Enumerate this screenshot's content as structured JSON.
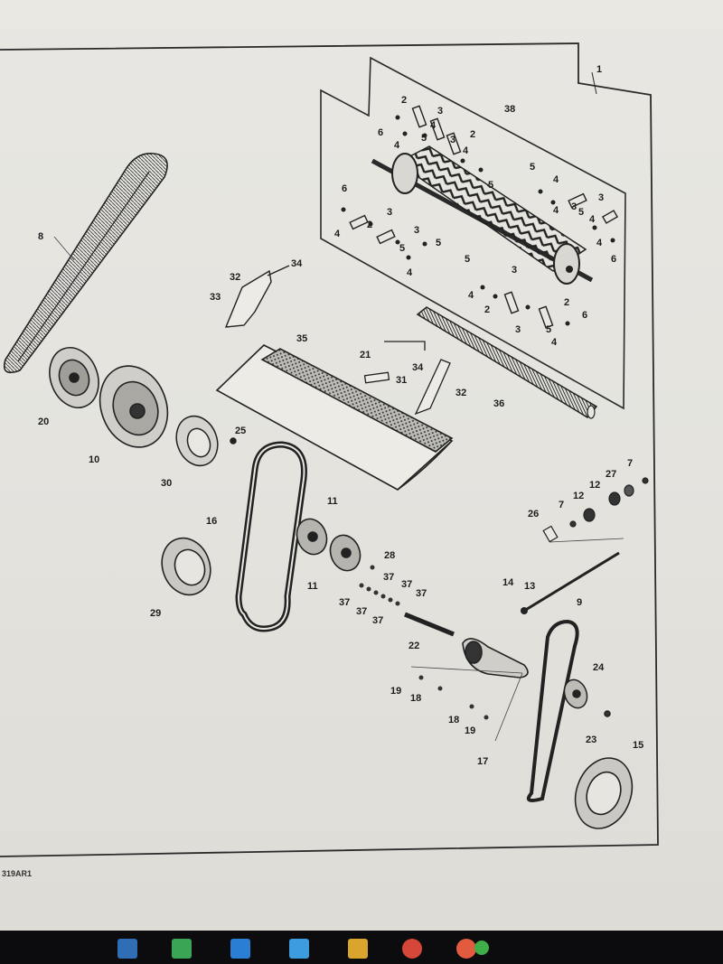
{
  "figure": {
    "code": "319AR1",
    "frame_label": "1"
  },
  "callouts": {
    "belt_long": "8",
    "pulley_small_left": "20",
    "pulley_large": "10",
    "pulley_flange": "30",
    "bolt_25": "25",
    "belt_middle": "16",
    "pulley_29": "29",
    "pulley_11_top": "11",
    "pulley_11_bottom": "11",
    "nut_28": "28",
    "washer_37_a": "37",
    "washer_37_b": "37",
    "washer_37_c": "37",
    "washer_37_d": "37",
    "washer_37_e": "37",
    "washer_37_f": "37",
    "shaft_22": "22",
    "screw_19_a": "19",
    "screw_18_a": "18",
    "screw_18_b": "18",
    "screw_19_b": "19",
    "bracket_17": "17",
    "belt_small": "9",
    "pulley_24": "24",
    "bolt_23": "23",
    "pulley_15": "15",
    "rod_14": "14",
    "rod_13": "13",
    "part_26": "26",
    "part_7_a": "7",
    "part_12_a": "12",
    "part_12_b": "12",
    "part_27": "27",
    "part_7_b": "7",
    "shield_35": "35",
    "bracket_33": "33",
    "bolt_32_left": "32",
    "bolt_34_left": "34",
    "part_21": "21",
    "part_31": "31",
    "bolt_34_right": "34",
    "bolt_32_right": "32",
    "brush_36": "36",
    "rotor_38": "38",
    "rotor_items": [
      {
        "id": "r1",
        "t": "2"
      },
      {
        "id": "r2",
        "t": "3"
      },
      {
        "id": "r3",
        "t": "6"
      },
      {
        "id": "r4",
        "t": "4"
      },
      {
        "id": "r5",
        "t": "5"
      },
      {
        "id": "r6",
        "t": "4"
      },
      {
        "id": "r7",
        "t": "2"
      },
      {
        "id": "r8",
        "t": "4"
      },
      {
        "id": "r9",
        "t": "5"
      },
      {
        "id": "r10",
        "t": "3"
      },
      {
        "id": "r11",
        "t": "6"
      },
      {
        "id": "r12",
        "t": "4"
      },
      {
        "id": "r13",
        "t": "3"
      },
      {
        "id": "r14",
        "t": "5"
      },
      {
        "id": "r15",
        "t": "2"
      },
      {
        "id": "r16",
        "t": "3"
      },
      {
        "id": "r17",
        "t": "4"
      },
      {
        "id": "r18",
        "t": "5"
      },
      {
        "id": "r19",
        "t": "4"
      },
      {
        "id": "r20",
        "t": "5"
      },
      {
        "id": "r21",
        "t": "4"
      },
      {
        "id": "r22",
        "t": "3"
      },
      {
        "id": "r23",
        "t": "5"
      },
      {
        "id": "r24",
        "t": "4"
      },
      {
        "id": "r25",
        "t": "6"
      },
      {
        "id": "r26",
        "t": "5"
      },
      {
        "id": "r27",
        "t": "3"
      },
      {
        "id": "r28",
        "t": "2"
      },
      {
        "id": "r29",
        "t": "4"
      },
      {
        "id": "r30",
        "t": "2"
      },
      {
        "id": "r31",
        "t": "3"
      },
      {
        "id": "r32",
        "t": "6"
      },
      {
        "id": "r33",
        "t": "5"
      },
      {
        "id": "r34",
        "t": "4"
      },
      {
        "id": "r35",
        "t": "3"
      },
      {
        "id": "r36",
        "t": "4"
      }
    ]
  },
  "colors": {
    "line": "#2a2a2a",
    "paper": "#e6e5e0",
    "taskbar": "#0c0c0e"
  }
}
